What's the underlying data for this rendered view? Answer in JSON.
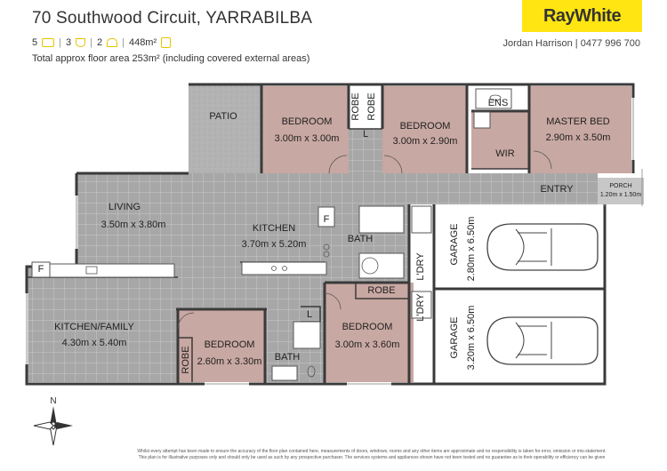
{
  "header": {
    "title": "70 Southwood Circuit, YARRABILBA",
    "beds": "5",
    "baths": "3",
    "cars": "2",
    "land": "448m²",
    "area": "Total approx floor area 253m² (including covered external areas)",
    "agent": "Jordan Harrison | 0477 996 700",
    "brand": "RayWhite"
  },
  "rooms": {
    "patio": "PATIO",
    "bed1": "BEDROOM",
    "bed1_dim": "3.00m x 3.00m",
    "robe_a": "ROBE",
    "robe_b": "ROBE",
    "linen_a": "L",
    "bed2": "BEDROOM",
    "bed2_dim": "3.00m x 2.90m",
    "ens": "ENS",
    "master": "MASTER BED",
    "master_dim": "2.90m x 3.50m",
    "wir": "WIR",
    "living": "LIVING",
    "living_dim": "3.50m x 3.80m",
    "kitchen": "KITCHEN",
    "kitchen_dim": "3.70m x 5.20m",
    "fridge_a": "F",
    "bath_a": "BATH",
    "entry": "ENTRY",
    "porch": "PORCH",
    "porch_dim": "1.20m x 1.50m",
    "garage1": "GARAGE",
    "garage1_dim": "2.80m x 6.50m",
    "garage2": "GARAGE",
    "garage2_dim": "3.20m x 6.50m",
    "ldry_a": "L'DRY",
    "ldry_b": "L'DRY",
    "fridge_b": "F",
    "kitfam": "KITCHEN/FAMILY",
    "kitfam_dim": "4.30m x 5.40m",
    "robe_c": "ROBE",
    "bed3": "BEDROOM",
    "bed3_dim": "2.60m x 3.30m",
    "robe_d": "ROBE",
    "bath_b": "BATH",
    "linen_b": "L",
    "bed4": "BEDROOM",
    "bed4_dim": "3.00m x 3.60m"
  },
  "compass": {
    "north": "N"
  },
  "disclaimer": {
    "line1": "Whilst every attempt has been made to ensure the accuracy of the floor plan contained here, measurements of doors, windows, rooms and any other items are approximate and no responsibility is taken for error, omission or mis-statement.",
    "line2": "This plan is for illustrative purposes only and should only be used as such by any prospective purchaser. The services systems and appliances shown have not been tested and no guarantee as to their operability or efficiency can be given"
  },
  "colors": {
    "room": "#c9a9a3",
    "tile": "#a9a9a9",
    "grid": "#c4c4c4",
    "patio": "#b5b5b5",
    "wall": "#3a3a3a",
    "brand": "#ffe512"
  }
}
